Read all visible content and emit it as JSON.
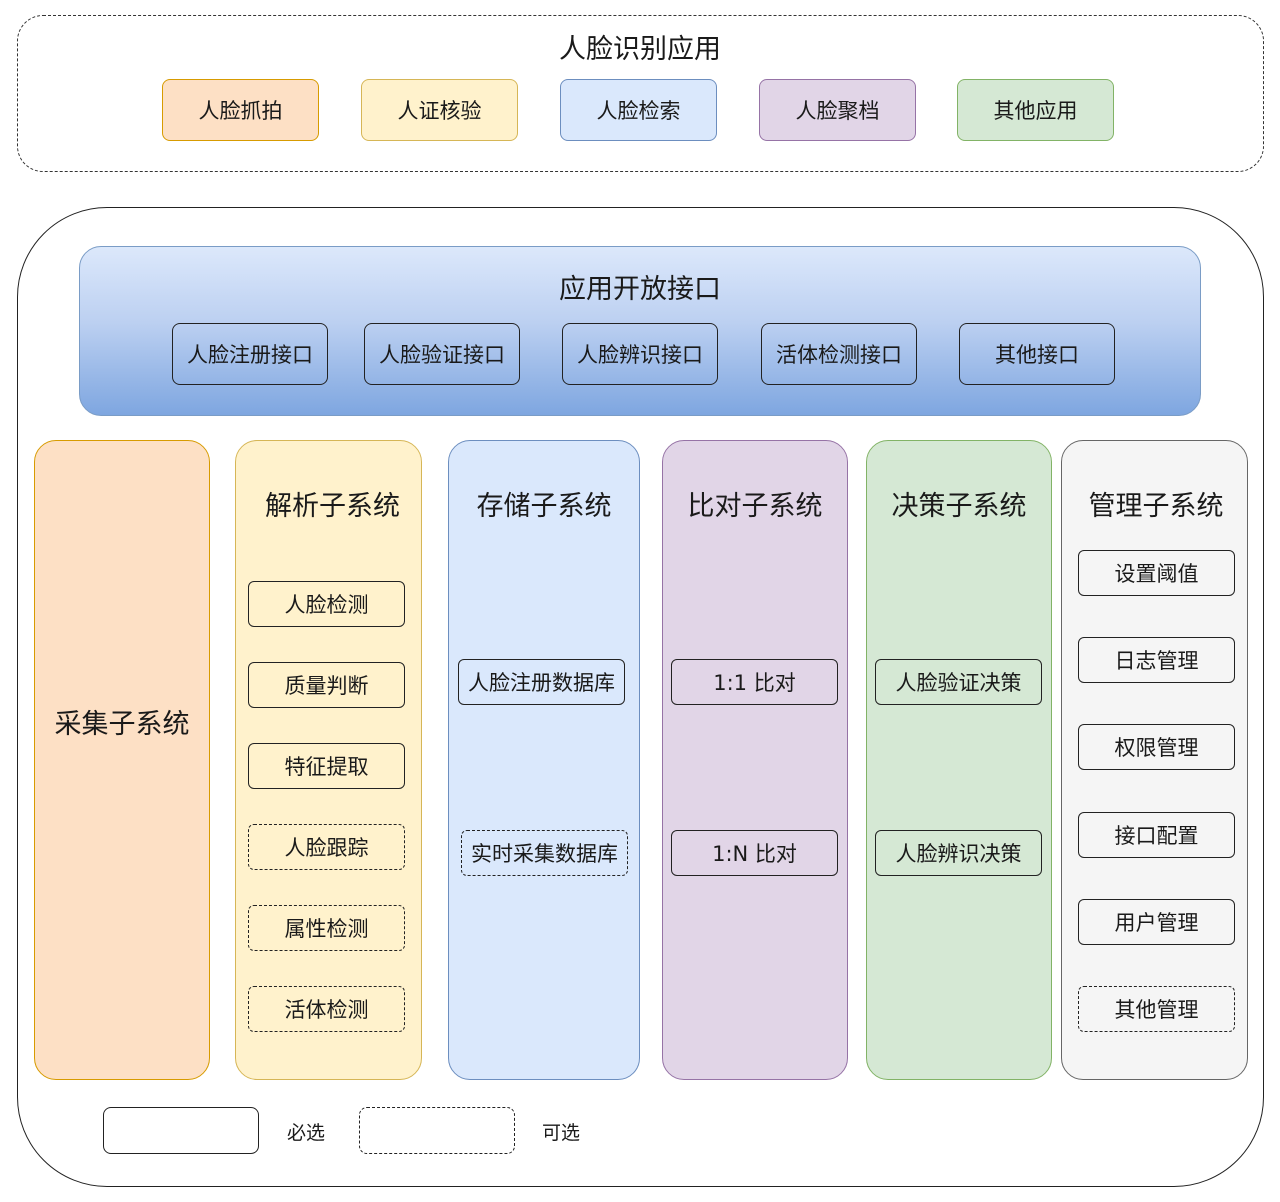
{
  "application": {
    "title": "人脸识别应用",
    "items": [
      {
        "label": "人脸抓拍",
        "fill": "#fde0c5",
        "stroke": "#d79b00"
      },
      {
        "label": "人证核验",
        "fill": "#fff2cc",
        "stroke": "#d6b656"
      },
      {
        "label": "人脸检索",
        "fill": "#dae8fc",
        "stroke": "#6c8ebf"
      },
      {
        "label": "人脸聚档",
        "fill": "#e1d5e7",
        "stroke": "#9673a6"
      },
      {
        "label": "其他应用",
        "fill": "#d5e8d4",
        "stroke": "#82b366"
      }
    ]
  },
  "api": {
    "title": "应用开放接口",
    "items": [
      "人脸注册接口",
      "人脸验证接口",
      "人脸辨识接口",
      "活体检测接口",
      "其他接口"
    ]
  },
  "subsystems": [
    {
      "title": "采集子系统",
      "fill": "#fde0c5",
      "stroke": "#d79b00",
      "items": []
    },
    {
      "title": "解析子系统",
      "fill": "#fff2cc",
      "stroke": "#d6b656",
      "items": [
        {
          "label": "人脸检测",
          "optional": false
        },
        {
          "label": "质量判断",
          "optional": false
        },
        {
          "label": "特征提取",
          "optional": false
        },
        {
          "label": "人脸跟踪",
          "optional": true
        },
        {
          "label": "属性检测",
          "optional": true
        },
        {
          "label": "活体检测",
          "optional": true
        }
      ]
    },
    {
      "title": "存储子系统",
      "fill": "#dae8fc",
      "stroke": "#6c8ebf",
      "items": [
        {
          "label": "人脸注册数据库",
          "optional": false
        },
        {
          "label": "实时采集数据库",
          "optional": true
        }
      ]
    },
    {
      "title": "比对子系统",
      "fill": "#e1d5e7",
      "stroke": "#9673a6",
      "items": [
        {
          "label": "1:1 比对",
          "optional": false
        },
        {
          "label": "1:N 比对",
          "optional": false
        }
      ]
    },
    {
      "title": "决策子系统",
      "fill": "#d5e8d4",
      "stroke": "#82b366",
      "items": [
        {
          "label": "人脸验证决策",
          "optional": false
        },
        {
          "label": "人脸辨识决策",
          "optional": false
        }
      ]
    },
    {
      "title": "管理子系统",
      "fill": "#f5f5f5",
      "stroke": "#666666",
      "items": [
        {
          "label": "设置阈值",
          "optional": false
        },
        {
          "label": "日志管理",
          "optional": false
        },
        {
          "label": "权限管理",
          "optional": false
        },
        {
          "label": "接口配置",
          "optional": false
        },
        {
          "label": "用户管理",
          "optional": false
        },
        {
          "label": "其他管理",
          "optional": true
        }
      ]
    }
  ],
  "legend": {
    "required_label": "必选",
    "optional_label": "可选"
  }
}
